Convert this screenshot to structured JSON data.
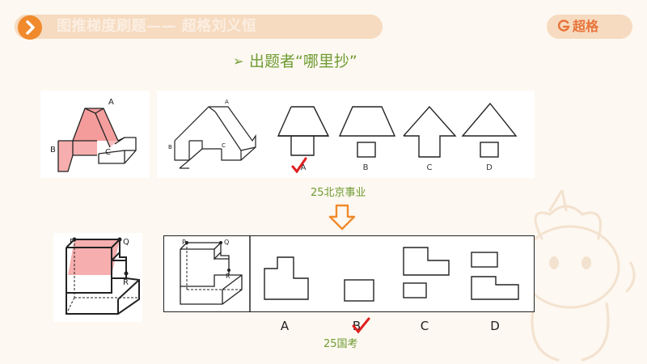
{
  "header": {
    "title": "图推梯度刷题—— 超格刘义恒",
    "brand": "超格",
    "arrow_icon": "chevron-right-icon",
    "logo_icon": "brand-g-icon"
  },
  "subtitle": {
    "bullet": "➢",
    "text": "出题者“哪里抄”"
  },
  "problem1": {
    "figure_labels": {
      "a": "A",
      "b": "B",
      "c": "C"
    },
    "options": [
      "A",
      "B",
      "C",
      "D"
    ],
    "correct": "A",
    "source": "25北京事业"
  },
  "problem2": {
    "figure_labels": {
      "p": "P",
      "q": "Q",
      "r": "R"
    },
    "options": [
      "A",
      "B",
      "C",
      "D"
    ],
    "correct": "B",
    "source": "25国考"
  },
  "colors": {
    "accent": "#f08a2c",
    "green": "#6f9c32",
    "highlight": "#f28b8b",
    "check": "#e02020"
  }
}
